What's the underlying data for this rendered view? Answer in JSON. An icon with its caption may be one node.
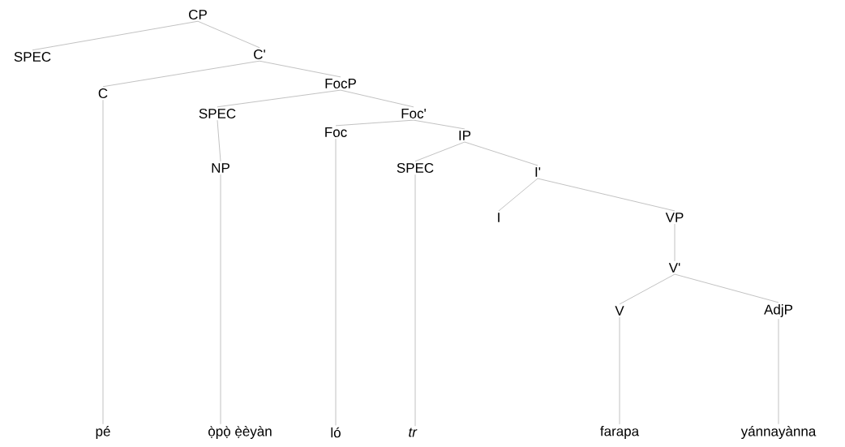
{
  "diagram": {
    "nodes": [
      {
        "text": [
          "CP"
        ]
      },
      {
        "text": [
          "SPEC"
        ]
      },
      {
        "text": [
          "C'"
        ]
      },
      {
        "text": [
          "C"
        ]
      },
      {
        "text": [
          "FocP"
        ]
      },
      {
        "text": [
          "SPEC"
        ]
      },
      {
        "text": [
          "Foc'"
        ]
      },
      {
        "text": [
          "Foc"
        ]
      },
      {
        "text": [
          "IP"
        ]
      },
      {
        "text": [
          "NP"
        ]
      },
      {
        "text": [
          "SPEC"
        ]
      },
      {
        "text": [
          "I'"
        ]
      },
      {
        "text": [
          "I"
        ]
      },
      {
        "text": [
          "VP"
        ]
      },
      {
        "text": [
          "V'"
        ]
      },
      {
        "text": [
          "V"
        ]
      },
      {
        "text": [
          "AdjP"
        ]
      },
      {
        "text": [
          "pé"
        ]
      },
      {
        "text": [
          "ọ̀pọ̀ ẹ̀èyàn"
        ]
      },
      {
        "text": [
          "ló"
        ]
      },
      {
        "text": [
          "*tr*"
        ]
      },
      {
        "text": [
          "farapa"
        ]
      },
      {
        "text": [
          "yánnayànna"
        ]
      }
    ],
    "edges": [
      {
        "from": 0,
        "to": 1,
        "arrow": "none"
      },
      {
        "from": 0,
        "to": 2,
        "arrow": "none"
      },
      {
        "from": 2,
        "to": 3,
        "arrow": "none"
      },
      {
        "from": 2,
        "to": 4,
        "arrow": "none"
      },
      {
        "from": 4,
        "to": 5,
        "arrow": "none"
      },
      {
        "from": 4,
        "to": 6,
        "arrow": "none"
      },
      {
        "from": 6,
        "to": 7,
        "arrow": "none"
      },
      {
        "from": 6,
        "to": 8,
        "arrow": "none"
      },
      {
        "from": 5,
        "to": 9,
        "arrow": "none"
      },
      {
        "from": 8,
        "to": 10,
        "arrow": "none"
      },
      {
        "from": 8,
        "to": 11,
        "arrow": "none"
      },
      {
        "from": 11,
        "to": 12,
        "arrow": "none"
      },
      {
        "from": 11,
        "to": 13,
        "arrow": "none"
      },
      {
        "from": 13,
        "to": 14,
        "arrow": "none"
      },
      {
        "from": 14,
        "to": 15,
        "arrow": "none"
      },
      {
        "from": 14,
        "to": 16,
        "arrow": "none"
      },
      {
        "from": 3,
        "to": 17,
        "arrow": "none"
      },
      {
        "from": 9,
        "to": 18,
        "arrow": "none"
      },
      {
        "from": 7,
        "to": 19,
        "arrow": "none"
      },
      {
        "from": 10,
        "to": 20,
        "arrow": "none"
      },
      {
        "from": 15,
        "to": 21,
        "arrow": "none"
      },
      {
        "from": 16,
        "to": 22,
        "arrow": "none"
      }
    ]
  }
}
